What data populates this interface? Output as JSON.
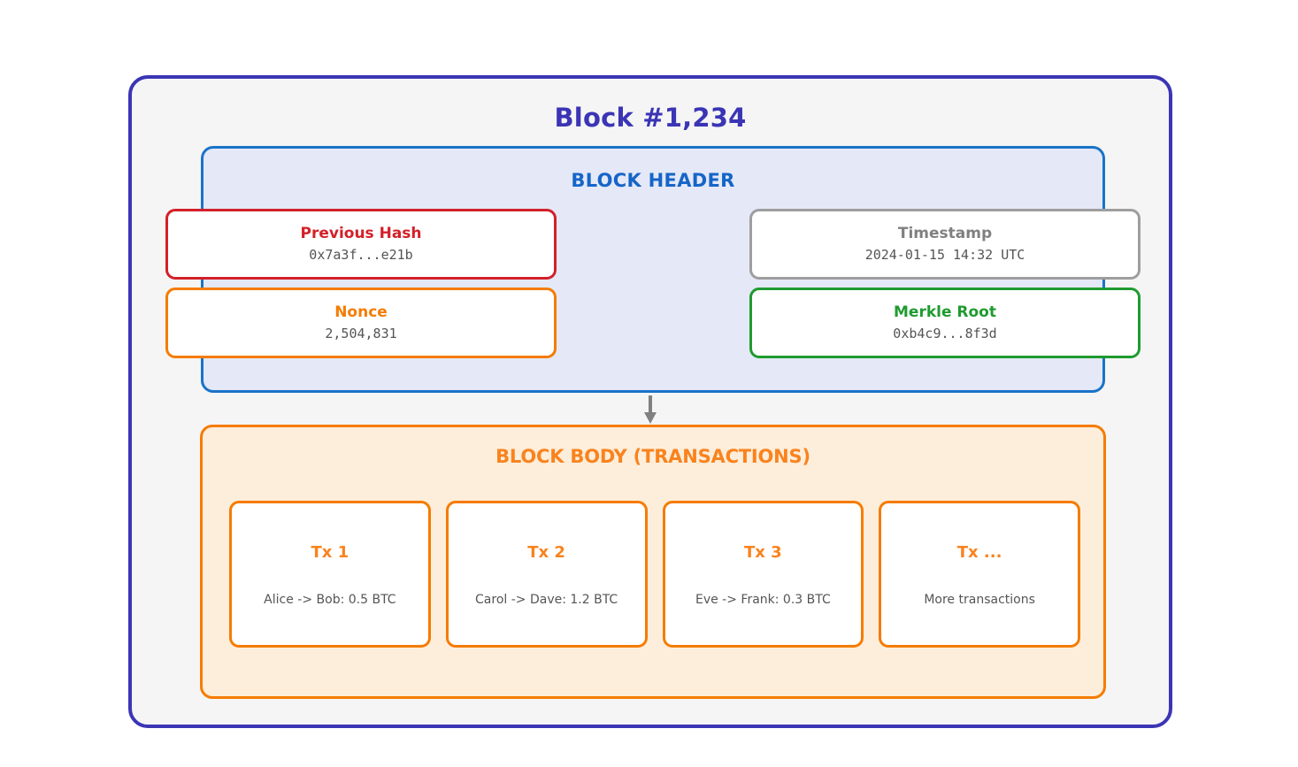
{
  "diagram": {
    "title": "Block #1,234",
    "title_color": "#3b35b5",
    "container_fill": "#f5f5f5"
  },
  "header_section": {
    "title": "BLOCK HEADER",
    "title_color": "#1565c8",
    "border_color": "#1a73c8",
    "fill": "#e4e8f7",
    "fields": [
      {
        "name": "previous-hash",
        "label": "Previous Hash",
        "value": "0x7a3f...e21b",
        "color": "#d32029"
      },
      {
        "name": "timestamp",
        "label": "Timestamp",
        "value": "2024-01-15 14:32 UTC",
        "color": "#808080"
      },
      {
        "name": "nonce",
        "label": "Nonce",
        "value": "2,504,831",
        "color": "#f57c00"
      },
      {
        "name": "merkle-root",
        "label": "Merkle Root",
        "value": "0xb4c9...8f3d",
        "color": "#1f9b2f"
      }
    ]
  },
  "flow": {
    "arrow_icon": "arrow-down-icon",
    "arrow_color": "#808080"
  },
  "body_section": {
    "title": "BLOCK BODY (TRANSACTIONS)",
    "title_color": "#f9831e",
    "border_color": "#f57c00",
    "fill": "#fdeedb",
    "transactions": [
      {
        "title": "Tx 1",
        "description": "Alice -> Bob: 0.5 BTC"
      },
      {
        "title": "Tx 2",
        "description": "Carol -> Dave: 1.2 BTC"
      },
      {
        "title": "Tx 3",
        "description": "Eve -> Frank: 0.3 BTC"
      },
      {
        "title": "Tx ...",
        "description": "More transactions"
      }
    ]
  }
}
